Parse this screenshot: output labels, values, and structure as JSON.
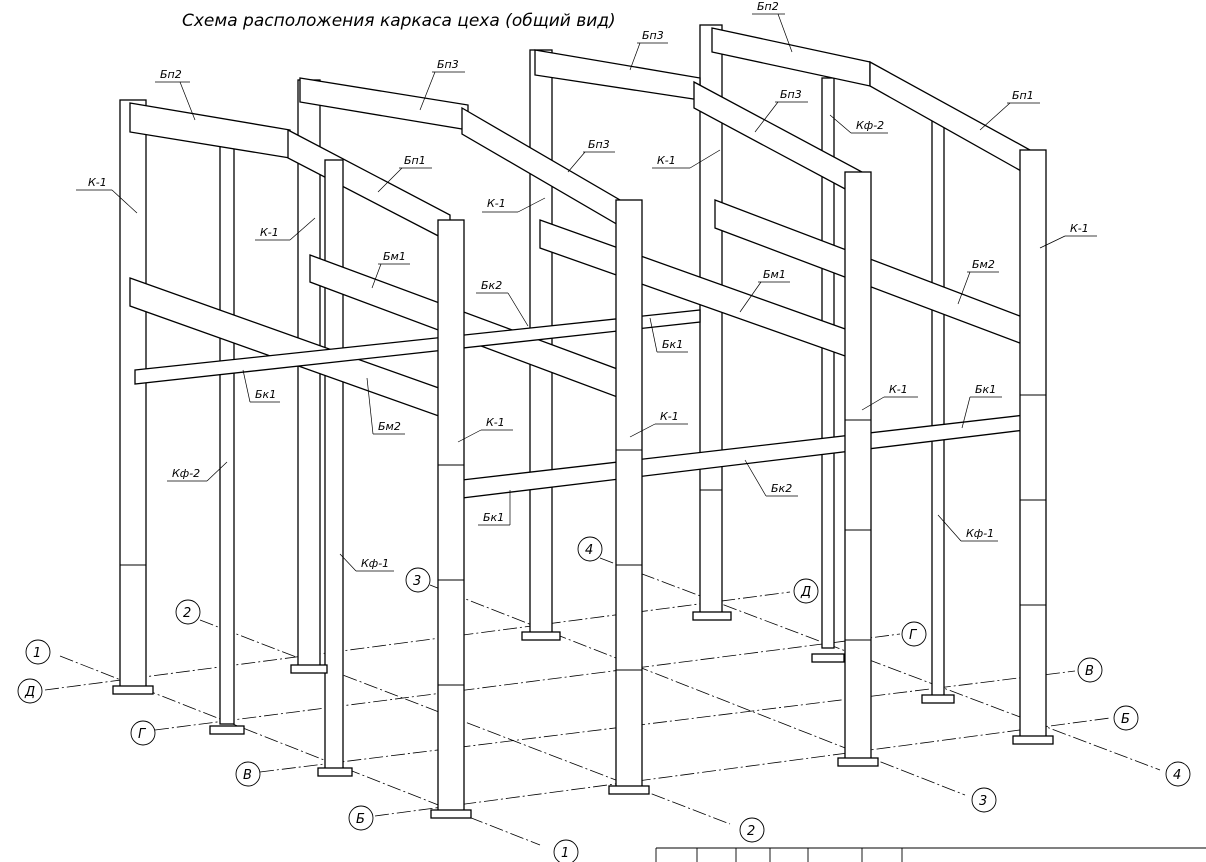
{
  "title": "Схема расположения каркаса цеха (общий вид)",
  "labels": {
    "bp2_left": "Бп2",
    "bp3_left": "Бп3",
    "bp3_back": "Бп3",
    "bp2_back": "Бп2",
    "bp3_right": "Бп3",
    "bp3_mid": "Бп3",
    "bp1_front": "Бп1",
    "bp1_right": "Бп1",
    "kf2_back": "Кф-2",
    "k1_a": "К-1",
    "k1_b": "К-1",
    "k1_c": "К-1",
    "k1_d": "К-1",
    "k1_e": "К-1",
    "k1_f": "К-1",
    "k1_g": "К-1",
    "k1_h": "К-1",
    "bm1_left": "Бм1",
    "bm1_right": "Бм1",
    "bm2_left": "Бм2",
    "bm2_right": "Бм2",
    "bk2_top": "Бк2",
    "bk2_bottom": "Бк2",
    "bk1_a": "Бк1",
    "bk1_b": "Бк1",
    "bk1_c": "Бк1",
    "bk1_d": "Бк1",
    "kf2_front": "Кф-2",
    "kf1_left": "Кф-1",
    "kf1_right": "Кф-1"
  },
  "axes": {
    "n1_top": "1",
    "n1_bottom": "1",
    "n2_top": "2",
    "n2_bottom": "2",
    "n3_top": "3",
    "n3_bottom": "3",
    "n4_top": "4",
    "n4_bottom": "4",
    "d_left": "Д",
    "d_right": "Д",
    "g_left": "Г",
    "g_right": "Г",
    "v_left": "В",
    "v_right": "В",
    "b_left": "Б",
    "b_right": "Б"
  }
}
